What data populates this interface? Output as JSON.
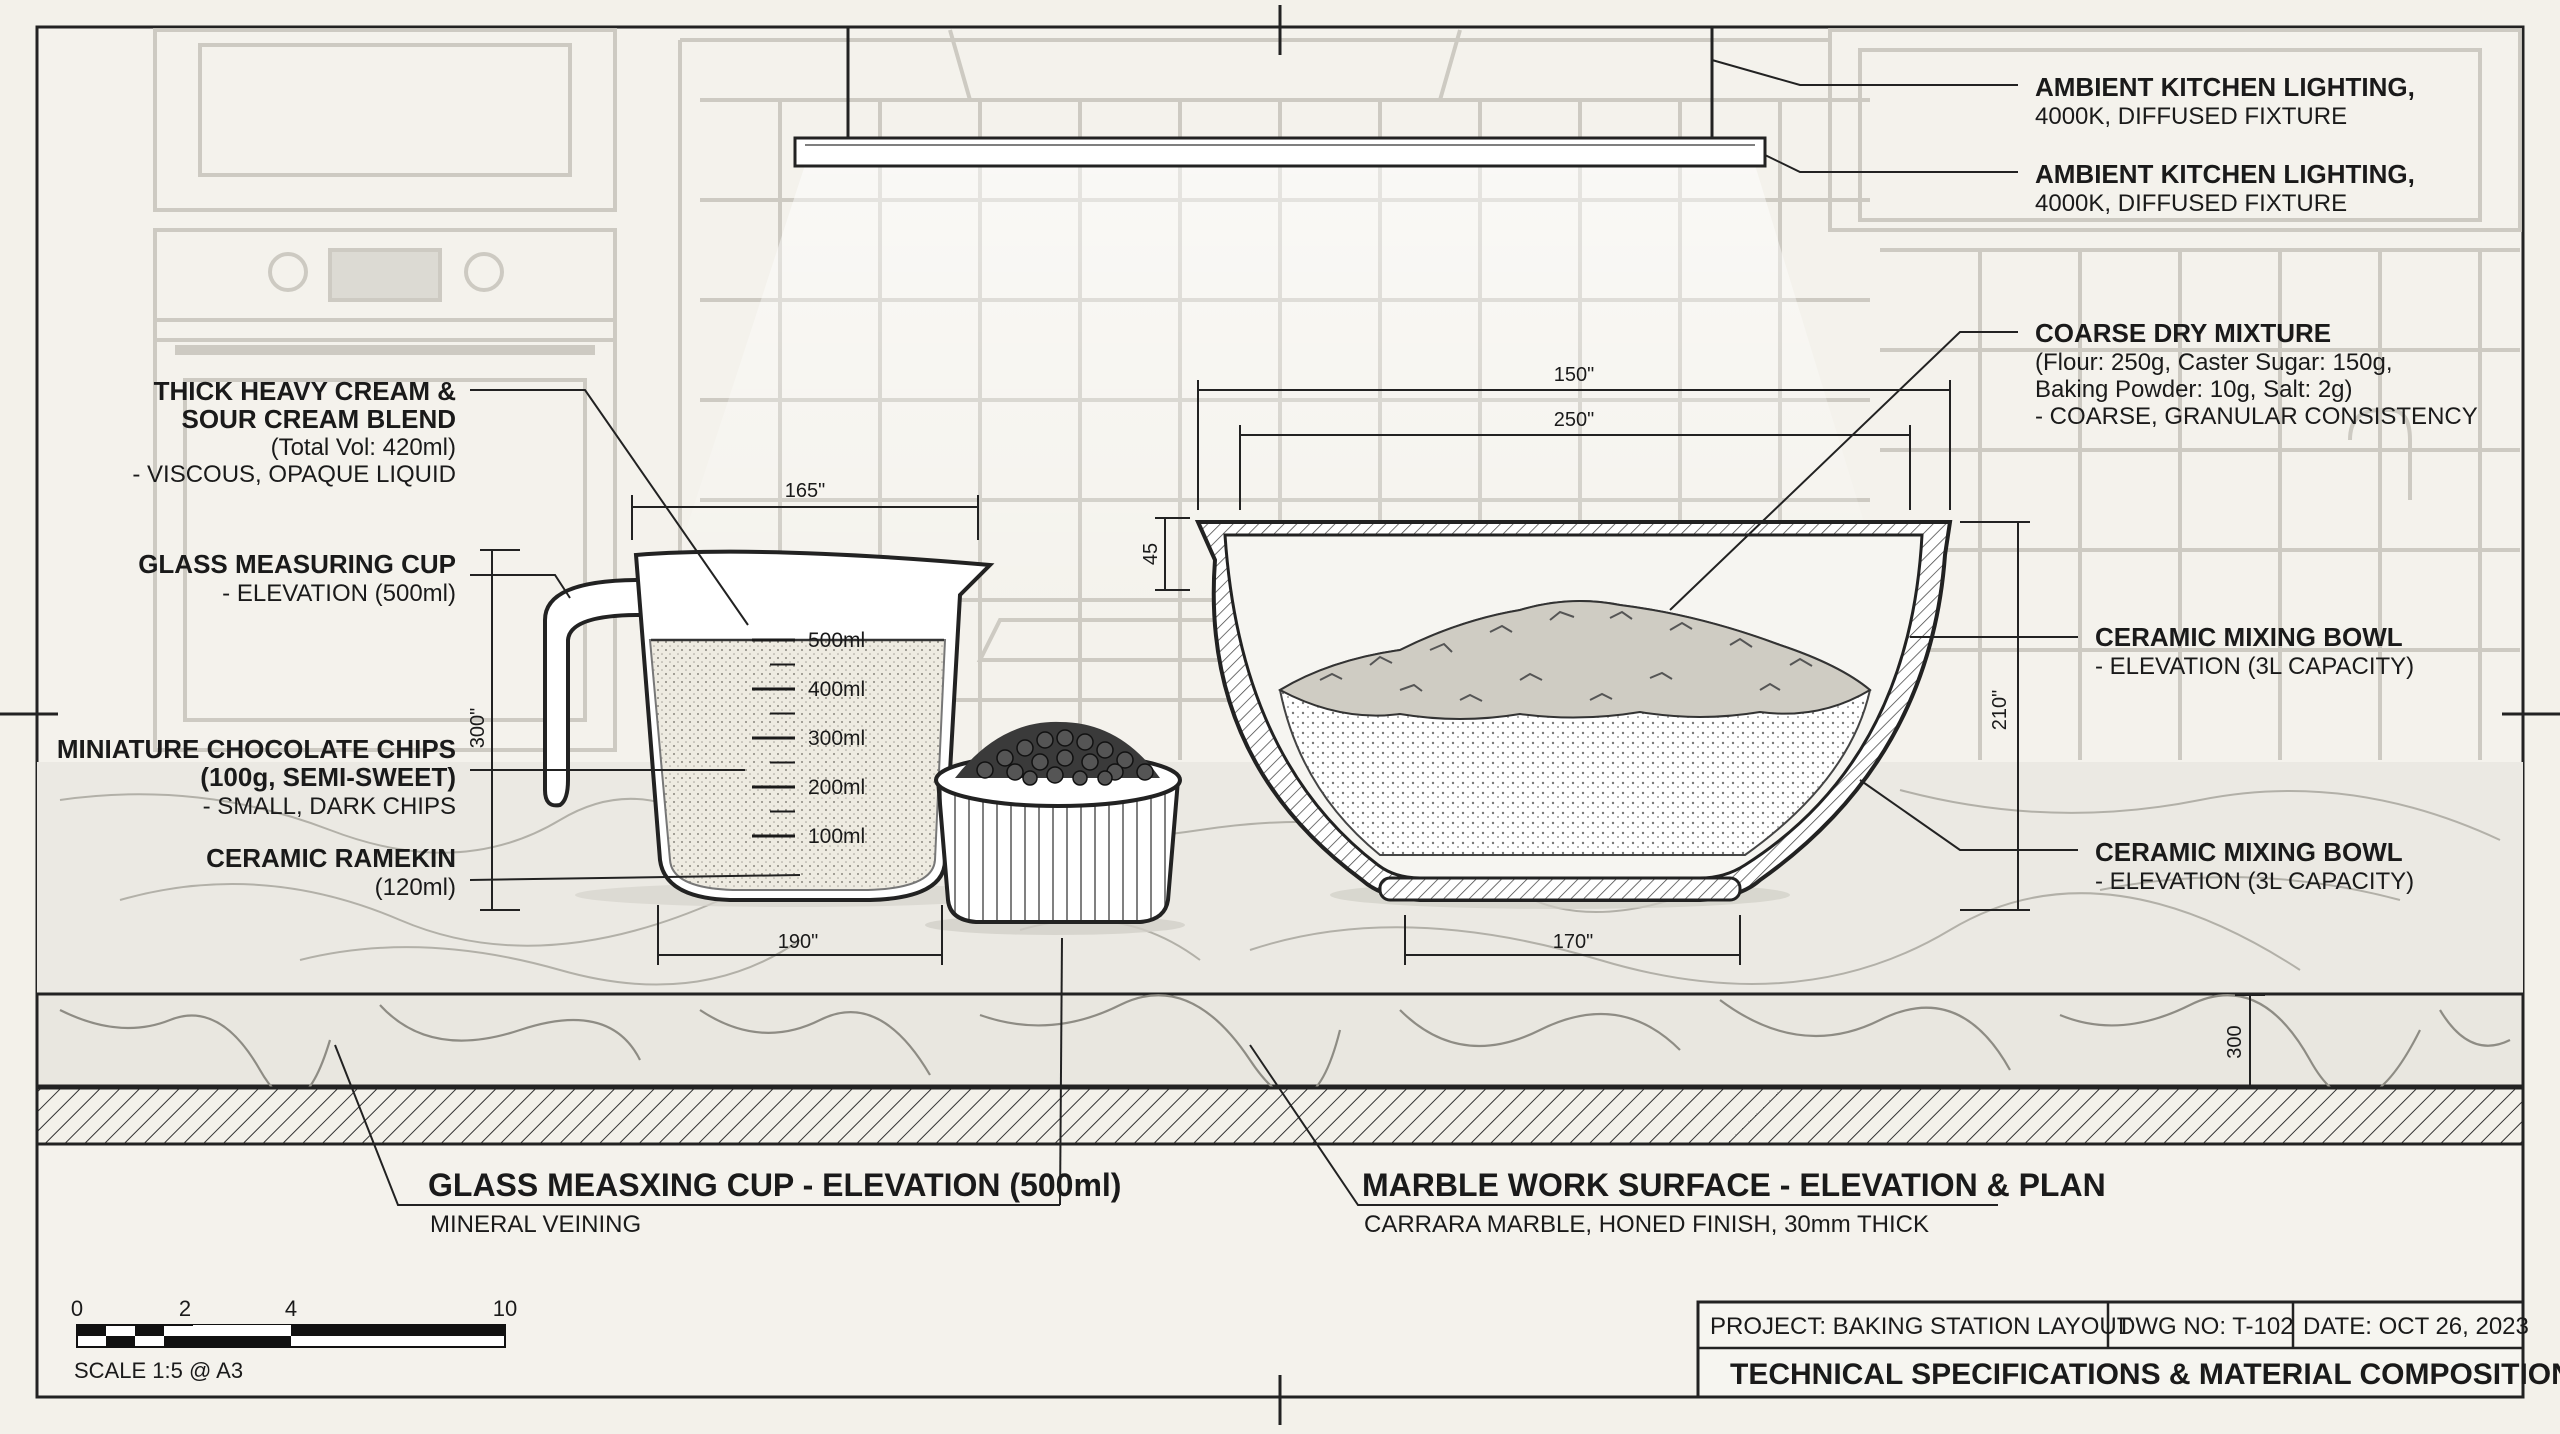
{
  "colors": {
    "paper": "#f3f1ea",
    "ink": "#1a1a1a",
    "background_sketch": "#c9c6be",
    "marble": "#ebe9e3",
    "marble_vein": "#9a988f",
    "liquid": "#ece8dc"
  },
  "labels": {
    "lighting_1": {
      "title": "AMBIENT KITCHEN LIGHTING,",
      "lines": [
        "4000K, DIFFUSED FIXTURE"
      ]
    },
    "lighting_2": {
      "title": "AMBIENT KITCHEN LIGHTING,",
      "lines": [
        "4000K, DIFFUSED FIXTURE"
      ]
    },
    "dry_mixture": {
      "title": "COARSE DRY MIXTURE",
      "lines": [
        "(Flour: 250g, Caster Sugar: 150g,",
        "Baking Powder: 10g, Salt: 2g)",
        "- COARSE, GRANULAR CONSISTENCY"
      ]
    },
    "cream": {
      "title_lines": [
        "THICK HEAVY CREAM &",
        "SOUR CREAM BLEND"
      ],
      "lines": [
        "(Total Vol: 420ml)",
        "- VISCOUS, OPAQUE LIQUID"
      ]
    },
    "measuring_cup": {
      "title": "GLASS MEASURING CUP",
      "lines": [
        "- ELEVATION (500ml)"
      ]
    },
    "chips": {
      "title_lines": [
        "MINIATURE CHOCOLATE CHIPS",
        "(100g, SEMI-SWEET)"
      ],
      "lines": [
        "- SMALL, DARK CHIPS"
      ]
    },
    "ramekin": {
      "title": "CERAMIC RAMEKIN",
      "lines": [
        "(120ml)"
      ]
    },
    "bowl_1": {
      "title": "CERAMIC MIXING BOWL",
      "lines": [
        "- ELEVATION (3L CAPACITY)"
      ]
    },
    "bowl_2": {
      "title": "CERAMIC MIXING BOWL",
      "lines": [
        "- ELEVATION (3L CAPACITY)"
      ]
    },
    "bottom_left": {
      "title": "GLASS MEASXING CUP - ELEVATION (500ml)",
      "sub": "MINERAL VEINING"
    },
    "bottom_right": {
      "title": "MARBLE WORK SURFACE - ELEVATION & PLAN",
      "sub": "CARRARA MARBLE, HONED FINISH, 30mm THICK"
    }
  },
  "cup_markings": [
    "500ml",
    "400ml",
    "300ml",
    "200ml",
    "100ml"
  ],
  "dimensions": {
    "cup_width": "165\"",
    "cup_height": "300\"",
    "cup_base": "190\"",
    "bowl_outer": "150\"",
    "bowl_inner": "250\"",
    "bowl_rim": "45",
    "bowl_height": "210\"",
    "bowl_base": "170\"",
    "counter_thickness": "300"
  },
  "scale_bar": {
    "ticks": [
      "0",
      "2",
      "4",
      "10"
    ],
    "caption": "SCALE 1:5 @ A3"
  },
  "title_block": {
    "project": "PROJECT: BAKING STATION LAYOUT",
    "dwg_no": "DWG NO: T-102",
    "date": "DATE: OCT 26, 2023",
    "title": "TECHNICAL SPECIFICATIONS & MATERIAL COMPOSITION"
  }
}
